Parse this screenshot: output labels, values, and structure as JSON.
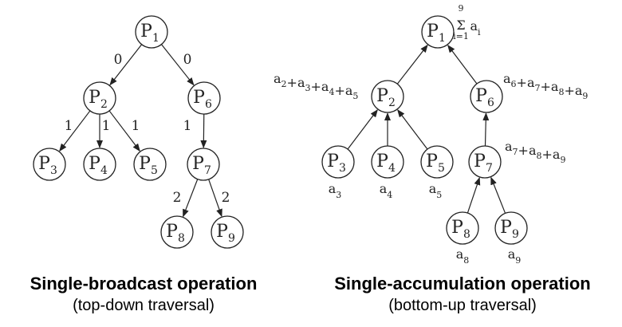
{
  "left_diagram": {
    "nodes": [
      {
        "id": "P1",
        "base": "P",
        "sub": "1"
      },
      {
        "id": "P2",
        "base": "P",
        "sub": "2"
      },
      {
        "id": "P6",
        "base": "P",
        "sub": "6"
      },
      {
        "id": "P3",
        "base": "P",
        "sub": "3"
      },
      {
        "id": "P4",
        "base": "P",
        "sub": "4"
      },
      {
        "id": "P5",
        "base": "P",
        "sub": "5"
      },
      {
        "id": "P7",
        "base": "P",
        "sub": "7"
      },
      {
        "id": "P8",
        "base": "P",
        "sub": "8"
      },
      {
        "id": "P9",
        "base": "P",
        "sub": "9"
      }
    ],
    "edges": [
      {
        "from": "P1",
        "to": "P2",
        "label": "0"
      },
      {
        "from": "P1",
        "to": "P6",
        "label": "0"
      },
      {
        "from": "P2",
        "to": "P3",
        "label": "1"
      },
      {
        "from": "P2",
        "to": "P4",
        "label": "1"
      },
      {
        "from": "P2",
        "to": "P5",
        "label": "1"
      },
      {
        "from": "P6",
        "to": "P7",
        "label": "1"
      },
      {
        "from": "P7",
        "to": "P8",
        "label": "2"
      },
      {
        "from": "P7",
        "to": "P9",
        "label": "2"
      }
    ]
  },
  "right_diagram": {
    "nodes": [
      {
        "id": "P1",
        "base": "P",
        "sub": "1"
      },
      {
        "id": "P2",
        "base": "P",
        "sub": "2"
      },
      {
        "id": "P6",
        "base": "P",
        "sub": "6"
      },
      {
        "id": "P3",
        "base": "P",
        "sub": "3"
      },
      {
        "id": "P4",
        "base": "P",
        "sub": "4"
      },
      {
        "id": "P5",
        "base": "P",
        "sub": "5"
      },
      {
        "id": "P7",
        "base": "P",
        "sub": "7"
      },
      {
        "id": "P8",
        "base": "P",
        "sub": "8"
      },
      {
        "id": "P9",
        "base": "P",
        "sub": "9"
      }
    ],
    "edges": [
      {
        "from": "P2",
        "to": "P1"
      },
      {
        "from": "P6",
        "to": "P1"
      },
      {
        "from": "P3",
        "to": "P2"
      },
      {
        "from": "P4",
        "to": "P2"
      },
      {
        "from": "P5",
        "to": "P2"
      },
      {
        "from": "P7",
        "to": "P6"
      },
      {
        "from": "P8",
        "to": "P7"
      },
      {
        "from": "P9",
        "to": "P7"
      }
    ],
    "annotations": {
      "root_sum": {
        "symbol": "Σ",
        "upper": "9",
        "lower": "i=1",
        "term": "a",
        "term_sub": "i"
      },
      "p2_sum": [
        [
          "a",
          "2"
        ],
        [
          "+a",
          "3"
        ],
        [
          "+a",
          "4"
        ],
        [
          "+a",
          "5"
        ]
      ],
      "p6_sum": [
        [
          "a",
          "6"
        ],
        [
          "+a",
          "7"
        ],
        [
          "+a",
          "8"
        ],
        [
          "+a",
          "9"
        ]
      ],
      "p7_sum": [
        [
          "a",
          "7"
        ],
        [
          "+a",
          "8"
        ],
        [
          "+a",
          "9"
        ]
      ],
      "leaf_values": [
        {
          "node": "P3",
          "base": "a",
          "sub": "3"
        },
        {
          "node": "P4",
          "base": "a",
          "sub": "4"
        },
        {
          "node": "P5",
          "base": "a",
          "sub": "5"
        },
        {
          "node": "P8",
          "base": "a",
          "sub": "8"
        },
        {
          "node": "P9",
          "base": "a",
          "sub": "9"
        }
      ]
    }
  },
  "captions": {
    "left": {
      "title": "Single-broadcast operation",
      "subtitle": "(top-down traversal)"
    },
    "right": {
      "title": "Single-accumulation operation",
      "subtitle": "(bottom-up traversal)"
    }
  }
}
